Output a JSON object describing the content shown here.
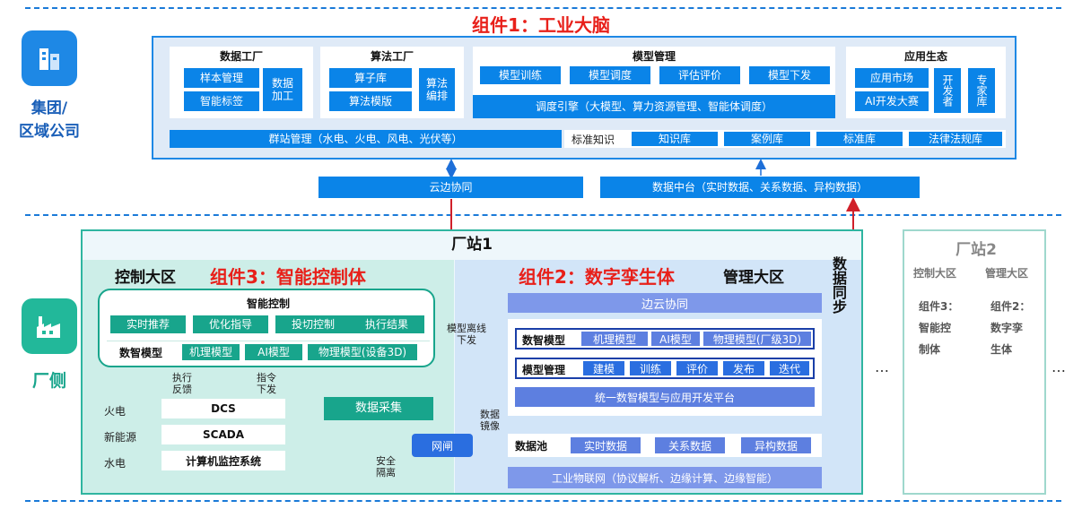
{
  "top": {
    "title": "组件1：工业大脑",
    "side_label": "集团/\n区域公司",
    "data_factory": {
      "title": "数据工厂",
      "items": [
        "样本管理",
        "智能标签"
      ],
      "side": "数据\n加工"
    },
    "algo_factory": {
      "title": "算法工厂",
      "items": [
        "算子库",
        "算法模版"
      ],
      "side": "算法\n编排"
    },
    "model_mgmt": {
      "title": "模型管理",
      "items": [
        "模型训练",
        "模型调度",
        "评估评价",
        "模型下发"
      ],
      "engine": "调度引擎（大模型、算力资源管理、智能体调度）"
    },
    "app_eco": {
      "title": "应用生态",
      "items": [
        "应用市场",
        "AI开发大赛"
      ],
      "dev": "开发者",
      "expert": "专家库"
    },
    "cluster": "群站管理（水电、火电、风电、光伏等）",
    "knowledge": {
      "label": "标准知识",
      "items": [
        "知识库",
        "案例库",
        "标准库",
        "法律法规库"
      ]
    },
    "cloud_edge": "云边协同",
    "data_center": "数据中台（实时数据、关系数据、异构数据）"
  },
  "plant": {
    "side_label": "厂侧",
    "station1": "厂站1",
    "control_zone": "控制大区",
    "comp3": "组件3：智能控制体",
    "comp2": "组件2：数字孪生体",
    "mgmt_zone": "管理大区",
    "sync_label": "数据同步",
    "smart_control": {
      "title": "智能控制",
      "items": [
        "实时推荐",
        "优化指导",
        "投切控制",
        "执行结果"
      ]
    },
    "twin_model_left": {
      "label": "数智模型",
      "items": [
        "机理模型",
        "AI模型",
        "物理模型(设备3D)"
      ]
    },
    "feedback": "执行\n反馈",
    "command": "指令\n下发",
    "offline": "模型离线\n下发",
    "systems": [
      {
        "label": "火电",
        "name": "DCS"
      },
      {
        "label": "新能源",
        "name": "SCADA"
      },
      {
        "label": "水电",
        "name": "计算机监控系统"
      }
    ],
    "collect": "数据采集",
    "gateway": "网闸",
    "safety": "安全\n隔离",
    "mirror": "数据\n镜像",
    "edge_cloud": "边云协同",
    "twin_model_right": {
      "label": "数智模型",
      "items": [
        "机理模型",
        "AI模型",
        "物理模型(厂级3D)"
      ]
    },
    "model_ops": {
      "label": "模型管理",
      "items": [
        "建模",
        "训练",
        "评价",
        "发布",
        "迭代"
      ]
    },
    "platform": "统一数智模型与应用开发平台",
    "data_pool": {
      "label": "数据池",
      "items": [
        "实时数据",
        "关系数据",
        "异构数据"
      ]
    },
    "iot": "工业物联网（协议解析、边缘计算、边缘智能）",
    "ellipsis": "…"
  },
  "station2": {
    "title": "厂站2",
    "control": "控制大区",
    "mgmt": "管理大区",
    "comp3": "组件3：\n智能控\n制体",
    "comp2": "组件2：\n数字孪\n生体"
  },
  "colors": {
    "blue": "#0a84e8",
    "green": "#18a58c",
    "red": "#e8201a",
    "navy": "#1a5fb8"
  }
}
